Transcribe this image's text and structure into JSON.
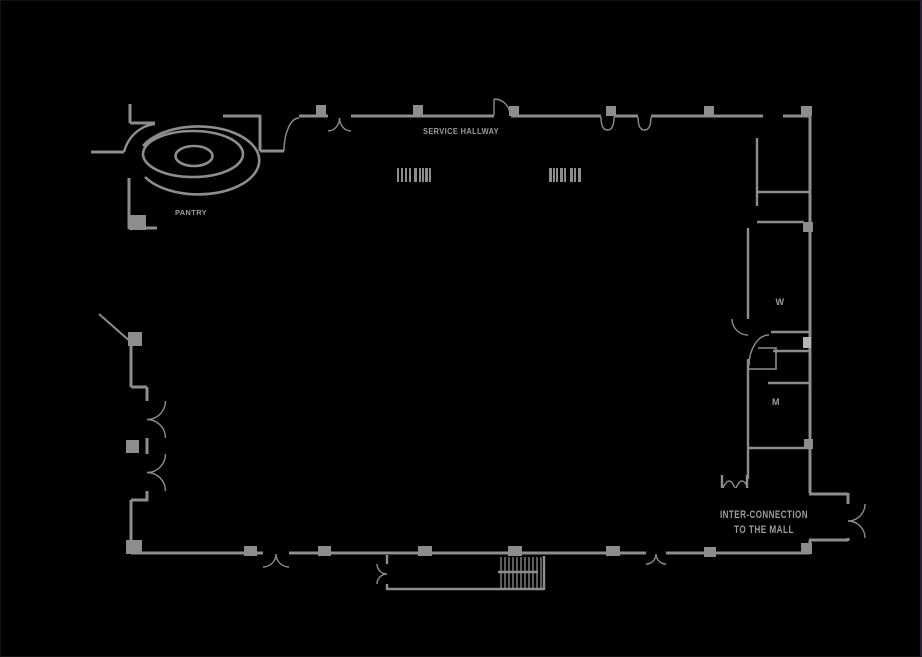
{
  "canvas": {
    "bg": "#000000",
    "wall_color": "#8d8d8d",
    "light_fixture_color": "#b5b5b5",
    "text_color": "#9c9c9c"
  },
  "labels": {
    "service_hallway": "SERVICE HALLWAY",
    "pantry": "PANTRY",
    "womens_room": "W",
    "mens_room": "M",
    "mall_connection_line1": "INTER-CONNECTION",
    "mall_connection_line2": "TO THE MALL"
  }
}
